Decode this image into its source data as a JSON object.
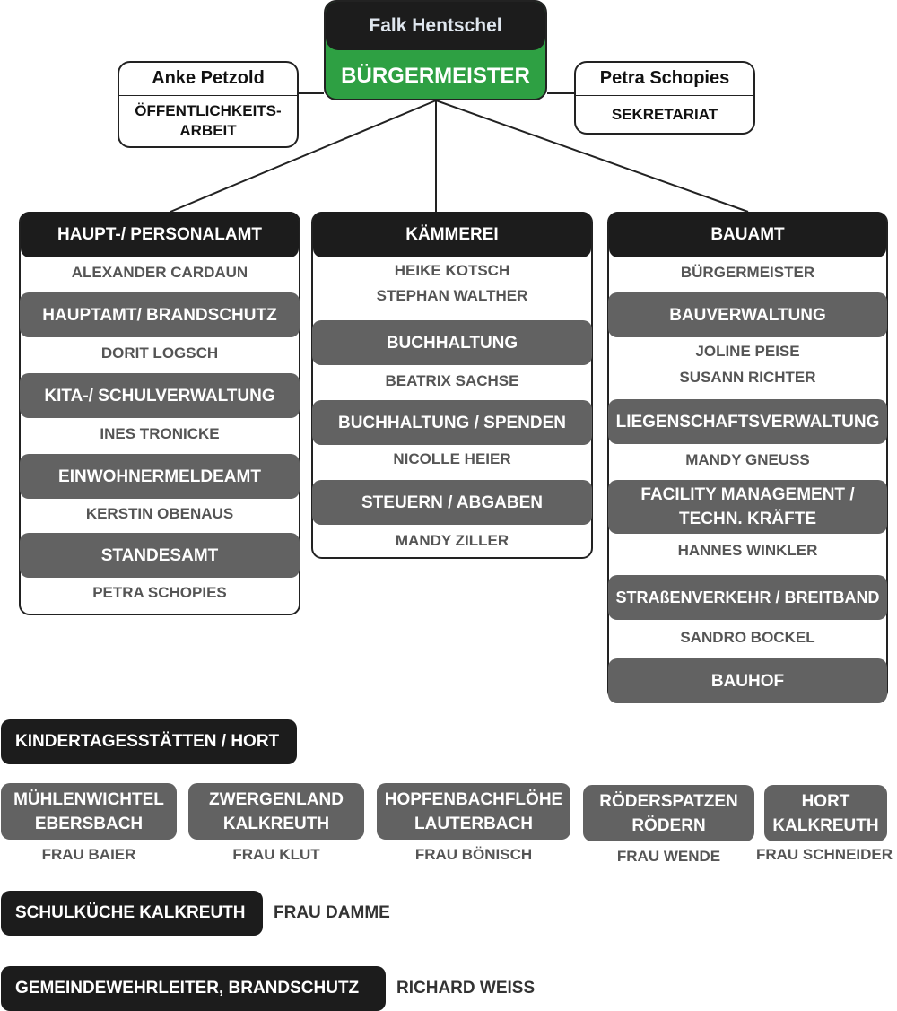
{
  "mayor": {
    "name": "Falk Hentschel",
    "title": "BÜRGERMEISTER"
  },
  "left_staff": {
    "name": "Anke Petzold",
    "role_line1": "ÖFFENTLICHKEITS-",
    "role_line2": "ARBEIT"
  },
  "right_staff": {
    "name": "Petra Schopies",
    "role": "SEKRETARIAT"
  },
  "departments": [
    {
      "header": "HAUPT-/ PERSONALAMT",
      "head_people": [
        "ALEXANDER CARDAUN"
      ],
      "units": [
        {
          "label": "HAUPTAMT/ BRANDSCHUTZ",
          "people": [
            "DORIT LOGSCH"
          ]
        },
        {
          "label": "KITA-/ SCHULVERWALTUNG",
          "people": [
            "INES TRONICKE"
          ]
        },
        {
          "label": "EINWOHNERMELDEAMT",
          "people": [
            "KERSTIN OBENAUS"
          ]
        },
        {
          "label": "STANDESAMT",
          "people": [
            "PETRA SCHOPIES"
          ]
        }
      ]
    },
    {
      "header": "KÄMMEREI",
      "head_people": [
        "HEIKE KOTSCH",
        "STEPHAN WALTHER"
      ],
      "units": [
        {
          "label": "BUCHHALTUNG",
          "people": [
            "BEATRIX SACHSE"
          ]
        },
        {
          "label": "BUCHHALTUNG / SPENDEN",
          "people": [
            "NICOLLE HEIER"
          ]
        },
        {
          "label": "STEUERN / ABGABEN",
          "people": [
            "MANDY ZILLER"
          ]
        }
      ]
    },
    {
      "header": "BAUAMT",
      "head_people": [
        "BÜRGERMEISTER"
      ],
      "units": [
        {
          "label": "BAUVERWALTUNG",
          "people": [
            "JOLINE PEISE",
            "SUSANN RICHTER"
          ]
        },
        {
          "label": "LIEGENSCHAFTSVERWALTUNG",
          "people": [
            "MANDY GNEUSS"
          ]
        },
        {
          "label_line1": "FACILITY MANAGEMENT /",
          "label_line2": "TECHN. KRÄFTE",
          "people": [
            "HANNES WINKLER"
          ]
        },
        {
          "label": "STRAßENVERKEHR / BREITBAND",
          "people": [
            "SANDRO BOCKEL"
          ]
        },
        {
          "label": "BAUHOF",
          "people": []
        }
      ]
    }
  ],
  "kita": {
    "header": "KINDERTAGESSTÄTTEN / HORT",
    "facilities": [
      {
        "line1": "MÜHLENWICHTEL",
        "line2": "EBERSBACH",
        "contact": "FRAU BAIER"
      },
      {
        "line1": "ZWERGENLAND",
        "line2": "KALKREUTH",
        "contact": "FRAU KLUT"
      },
      {
        "line1": "HOPFENBACHFLÖHE",
        "line2": "LAUTERBACH",
        "contact": "FRAU BÖNISCH"
      },
      {
        "line1": "RÖDERSPATZEN",
        "line2": "RÖDERN",
        "contact": "FRAU WENDE"
      },
      {
        "line1": "HORT",
        "line2": "KALKREUTH",
        "contact": "FRAU SCHNEIDER"
      }
    ]
  },
  "schulkueche": {
    "label": "SCHULKÜCHE KALKREUTH",
    "contact": "FRAU DAMME"
  },
  "wehr": {
    "label": "GEMEINDEWEHRLEITER, BRANDSCHUTZ",
    "contact": "RICHARD WEISS"
  },
  "colors": {
    "dark": "#1c1c1c",
    "unit": "#626262",
    "mayor_accent": "#2ea043",
    "person_text": "#555555"
  }
}
